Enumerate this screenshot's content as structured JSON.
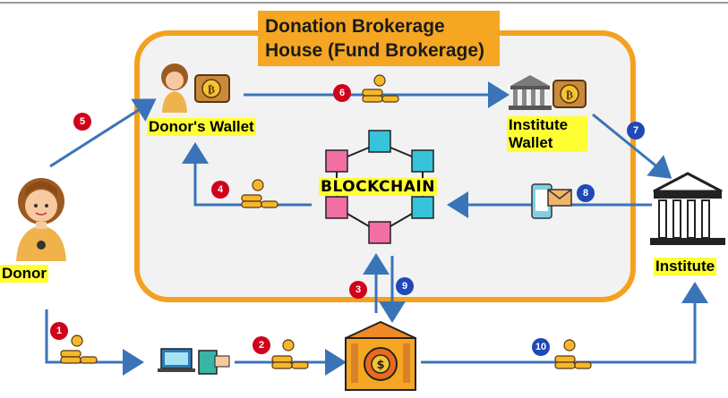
{
  "title": "Donation Brokerage House (Fund Brokerage)",
  "labels": {
    "donor": "Donor",
    "donor_wallet": "Donor's Wallet",
    "institute_wallet": "Institute Wallet",
    "institute": "Institute",
    "blockchain": "BLOCKCHAIN"
  },
  "steps": [
    "1",
    "2",
    "3",
    "4",
    "5",
    "6",
    "7",
    "8",
    "9",
    "10"
  ],
  "colors": {
    "house_border": "#f4a11f",
    "title_bg": "#f5a623",
    "label_highlight": "#ffff33",
    "arrow": "#3a74b8",
    "step_red": "#d0021b",
    "step_blue": "#1f49b8"
  }
}
